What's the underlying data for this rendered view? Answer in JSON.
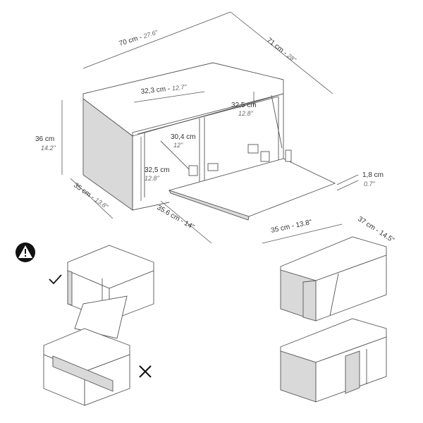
{
  "dimensions": {
    "width": {
      "metric": "70 cm",
      "imperial": "27.6\""
    },
    "depth": {
      "metric": "71 cm",
      "imperial": "28\""
    },
    "height": {
      "metric": "36 cm",
      "imperial": "14.2\""
    },
    "side_depth": {
      "metric": "35 cm",
      "imperial": "13.8\""
    },
    "inner_width": {
      "metric": "32,3 cm",
      "imperial": "12.7\""
    },
    "inner_height": {
      "metric": "32,5 cm",
      "imperial": "12.8\""
    },
    "right_height": {
      "metric": "32,5 cm",
      "imperial": "12.8\""
    },
    "hinge_span": {
      "metric": "30,4 cm",
      "imperial": "12\""
    },
    "door_thick": {
      "metric": "1,8 cm",
      "imperial": "0.7\""
    },
    "door_diag": {
      "label": "35.6 cm - 14\""
    },
    "door_width": {
      "label": "35 cm - 13.8\""
    },
    "alt_depth": {
      "label": "37 cm - 14.5\""
    }
  },
  "figures": {
    "warning_icon": "warning-icon",
    "correct_icon": "check-icon",
    "wrong_icon": "cross-icon"
  },
  "colors": {
    "line": "#555555",
    "shade": "#d9d9d9",
    "icon": "#111111"
  }
}
